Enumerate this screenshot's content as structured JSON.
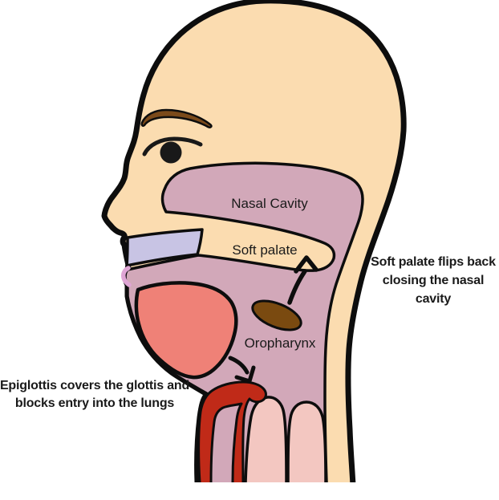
{
  "diagram": {
    "labels": {
      "nasal_cavity": "Nasal Cavity",
      "soft_palate": "Soft palate",
      "oropharynx": "Oropharynx"
    },
    "annotations": {
      "left": {
        "lines": [
          "Epiglottis covers the glottis and",
          "blocks entry into the lungs"
        ]
      },
      "right": {
        "lines": [
          "Soft palate flips back",
          "closing the nasal",
          "cavity"
        ]
      }
    },
    "colors": {
      "background": "#ffffff",
      "outline": "#0d0d0d",
      "skin": "#fbdcb0",
      "mucosa": "#d2a8b9",
      "hard_palate": "#c8c4e4",
      "tongue": "#ef8177",
      "epiglottis_red": "#c02a18",
      "throat_tube": "#f3c7c1",
      "food_bolus": "#7a4a10",
      "eyebrow": "#7b4a1a",
      "lip": "#dfa5d5",
      "text": "#1a1a1a"
    }
  }
}
